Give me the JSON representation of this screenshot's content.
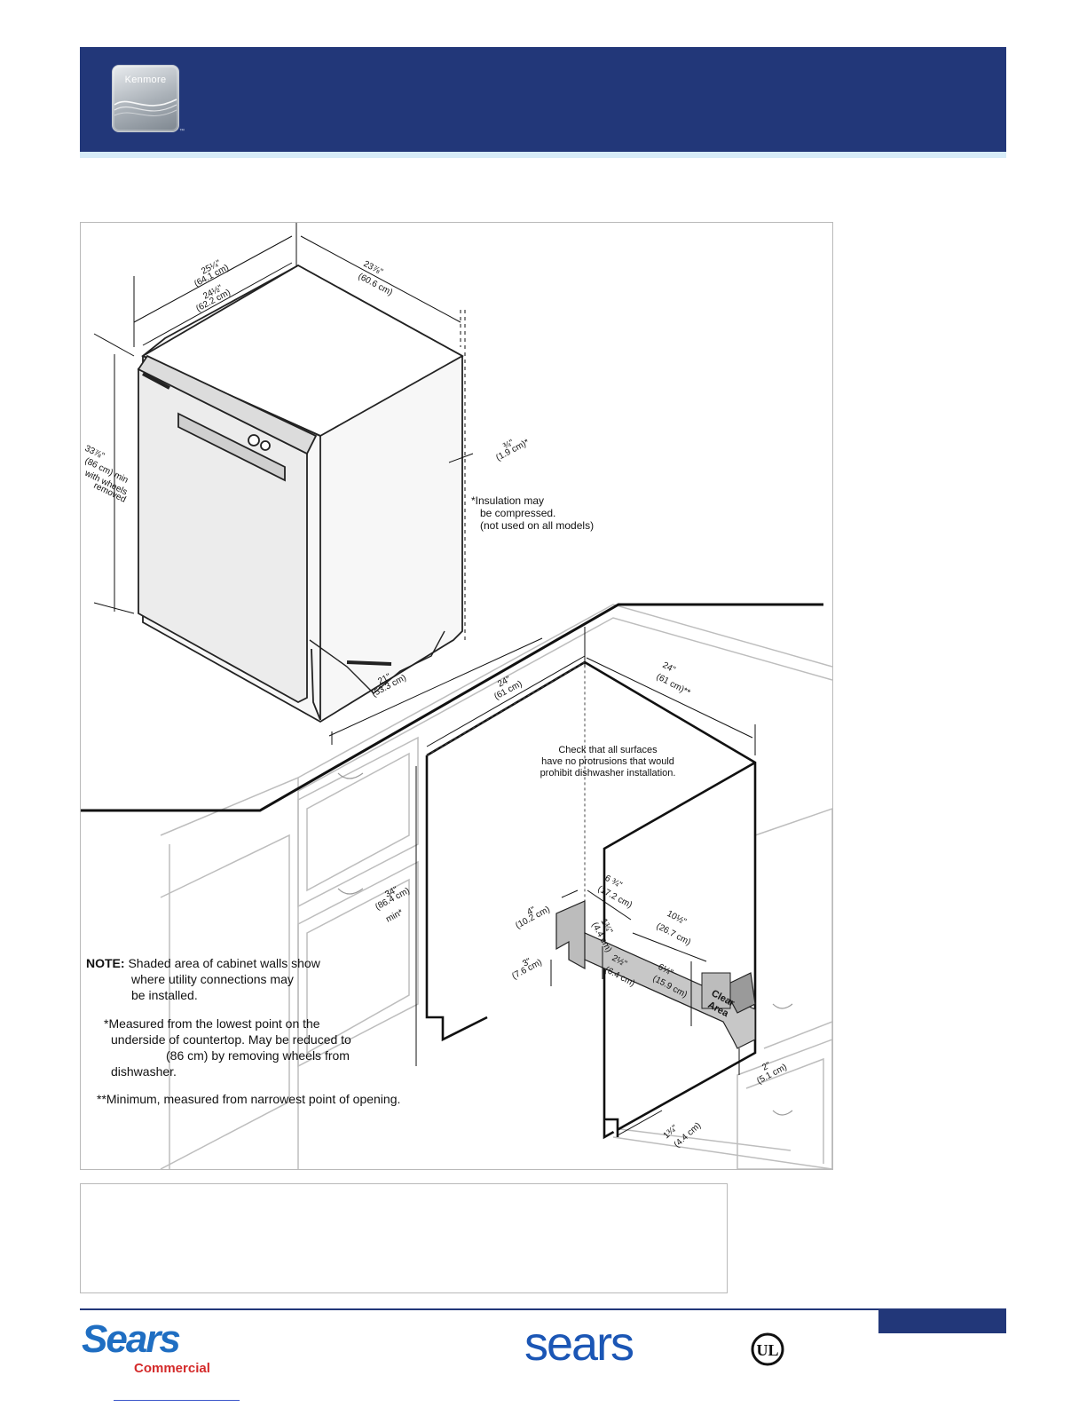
{
  "header": {
    "logo_text": "Kenmore",
    "logo_tm": "™",
    "bg_color": "#223779"
  },
  "diagram": {
    "dims": {
      "d1": "25¼\"",
      "d1m": "(64.1 cm)",
      "d2": "24½\"",
      "d2m": "(62.2 cm)",
      "d3": "23⅞\"",
      "d3m": "(60.6 cm)",
      "d4": "¾\"",
      "d4m": "(1.9 cm)*",
      "d5a": "33⅞\"",
      "d5b": "(86 cm) min",
      "d5c": "with wheels",
      "d5d": "removed",
      "d6": "21\"",
      "d6m": "(53.3 cm)",
      "d7": "24\"",
      "d7m": "(61 cm)",
      "d8": "24\"",
      "d8m": "(61 cm)**",
      "d9": "34\"",
      "d9m": "(86.4 cm)",
      "d9n": "min*",
      "d10": "4\"",
      "d10m": "(10.2 cm)",
      "d11": "6 ¾\"",
      "d11m": "(17.2 cm)",
      "d12": "10½\"",
      "d12m": "(26.7 cm)",
      "d13": "1¾\"",
      "d13m": "(4.4 cm)",
      "d14": "2½\"",
      "d14m": "(6.4 cm)",
      "d15": "3\"",
      "d15m": "(7.6 cm)",
      "d16": "6¼\"",
      "d16m": "(15.9 cm)",
      "d17": "2\"",
      "d17m": "(5.1 cm)",
      "d18": "1¾\"",
      "d18m": "(4.4 cm)"
    },
    "clear_area_1": "Clear",
    "clear_area_2": "Area",
    "insulation_note": [
      "*Insulation may",
      "be compressed.",
      "(not used on all models)"
    ],
    "check_note": [
      "Check that all surfaces",
      "have no protrusions that would",
      "prohibit dishwasher installation."
    ],
    "note_label": "NOTE:",
    "note_lines": [
      "Shaded area of cabinet walls show",
      "where utility connections may",
      "be installed."
    ],
    "measured_lines": [
      "*Measured from the lowest point on the",
      "underside of countertop. May be reduced to",
      "(86 cm) by removing wheels from",
      "dishwasher."
    ],
    "minimum_line": "**Minimum, measured from narrowest point of opening."
  },
  "footer": {
    "sears_logo": "Sears",
    "sears_sub": "Commercial",
    "sears_center": "sears",
    "ul_text": "UL"
  }
}
